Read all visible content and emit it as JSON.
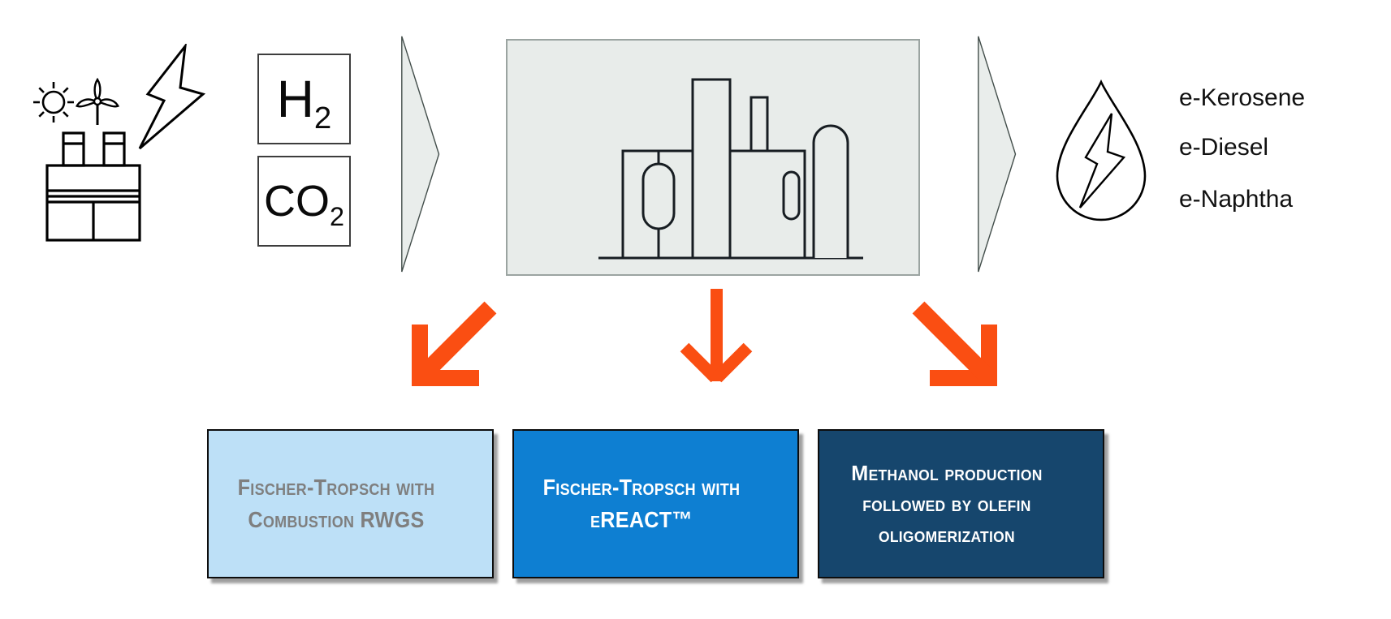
{
  "diagram": {
    "description": "Power-to-liquids process flow: renewable power + H2 + CO2 into a synthesis plant producing e-fuels via three pathway options"
  },
  "inputs": {
    "h2": {
      "symbol": "H",
      "subscript": "2"
    },
    "co2": {
      "symbol": "CO",
      "subscript": "2"
    }
  },
  "outputs": {
    "items": [
      "e-Kerosene",
      "e-Diesel",
      "e-Naphtha"
    ]
  },
  "pathways": [
    {
      "lines": [
        "Fischer-Tropsch with",
        "Combustion RWGS",
        ""
      ],
      "bg": "#BDE0F7",
      "text_color": "#7F7F7F"
    },
    {
      "lines": [
        "Fischer-Tropsch with",
        "eREACT™",
        ""
      ],
      "bg": "#0E7FD2",
      "text_color": "#FFFFFF"
    },
    {
      "lines": [
        "Methanol production",
        "followed by olefin",
        "oligomerization"
      ],
      "bg": "#16466D",
      "text_color": "#FFFFFF"
    }
  ],
  "icons": {
    "left_group": [
      "sun-icon",
      "wind-turbine-icon",
      "lightning-bolt-icon",
      "electrolyzer-plant-icon"
    ],
    "flow": [
      "chevron-right-icon",
      "chevron-right-icon"
    ],
    "process": "chemical-plant-icon",
    "branch": [
      "arrow-down-left-icon",
      "arrow-down-icon",
      "arrow-down-right-icon"
    ],
    "product": "fuel-drop-lightning-icon"
  },
  "colors": {
    "arrow_orange": "#FA4E12",
    "flow_shape_fill": "#E9EDEB",
    "plant_box_fill": "#E8ECEA",
    "pathway1_bg": "#BDE0F7",
    "pathway1_text": "#7F7F7F",
    "pathway2_bg": "#0E7FD2",
    "pathway3_bg": "#16466D"
  }
}
